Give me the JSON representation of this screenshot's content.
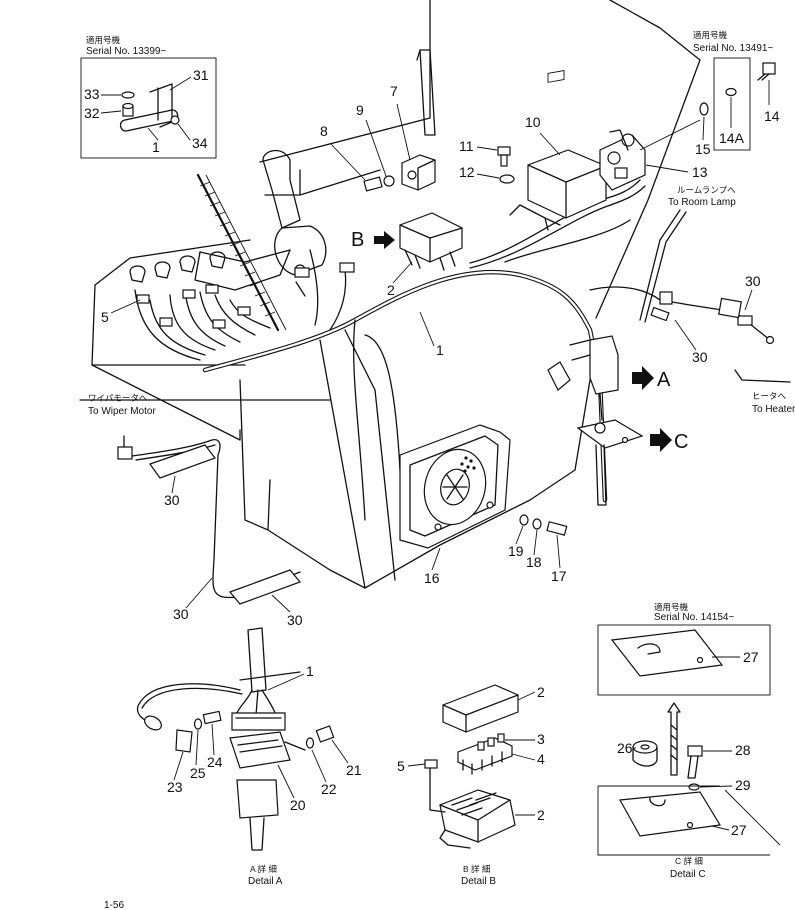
{
  "serial_notes": {
    "top_left": {
      "jp": "適用号機",
      "serial": "Serial No. 13399~"
    },
    "top_right": {
      "jp": "適用号機",
      "serial": "Serial No. 13491~"
    },
    "detail_c": {
      "jp": "適用号機",
      "serial": "Serial No. 14154~"
    }
  },
  "destinations": {
    "room_lamp": {
      "jp": "ルームランプへ",
      "en": "To Room Lamp"
    },
    "wiper_motor": {
      "jp": "ワイパモータへ",
      "en": "To Wiper Motor"
    },
    "heater": {
      "jp": "ヒータへ",
      "en": "To Heater"
    }
  },
  "view_markers": {
    "a": "A",
    "b": "B",
    "c": "C"
  },
  "details": {
    "a": {
      "jp": "A 詳 細",
      "en": "Detail A"
    },
    "b": {
      "jp": "B 詳 細",
      "en": "Detail B"
    },
    "c": {
      "jp": "C 詳 細",
      "en": "Detail C"
    }
  },
  "page_number": "1-56",
  "part_numbers": {
    "p1": "1",
    "p2": "2",
    "p3": "3",
    "p4": "4",
    "p5": "5",
    "p7": "7",
    "p8": "8",
    "p9": "9",
    "p10": "10",
    "p11": "11",
    "p12": "12",
    "p13": "13",
    "p14": "14",
    "p14a": "14A",
    "p15": "15",
    "p16": "16",
    "p17": "17",
    "p18": "18",
    "p19": "19",
    "p20": "20",
    "p21": "21",
    "p22": "22",
    "p23": "23",
    "p24": "24",
    "p25": "25",
    "p26": "26",
    "p27": "27",
    "p28": "28",
    "p29": "29",
    "p30": "30",
    "p31": "31",
    "p32": "32",
    "p33": "33",
    "p34": "34"
  },
  "icons": [
    "arrow-right-icon",
    "bolt-icon",
    "washer-icon",
    "connector-icon",
    "relay-icon",
    "speaker-icon"
  ]
}
